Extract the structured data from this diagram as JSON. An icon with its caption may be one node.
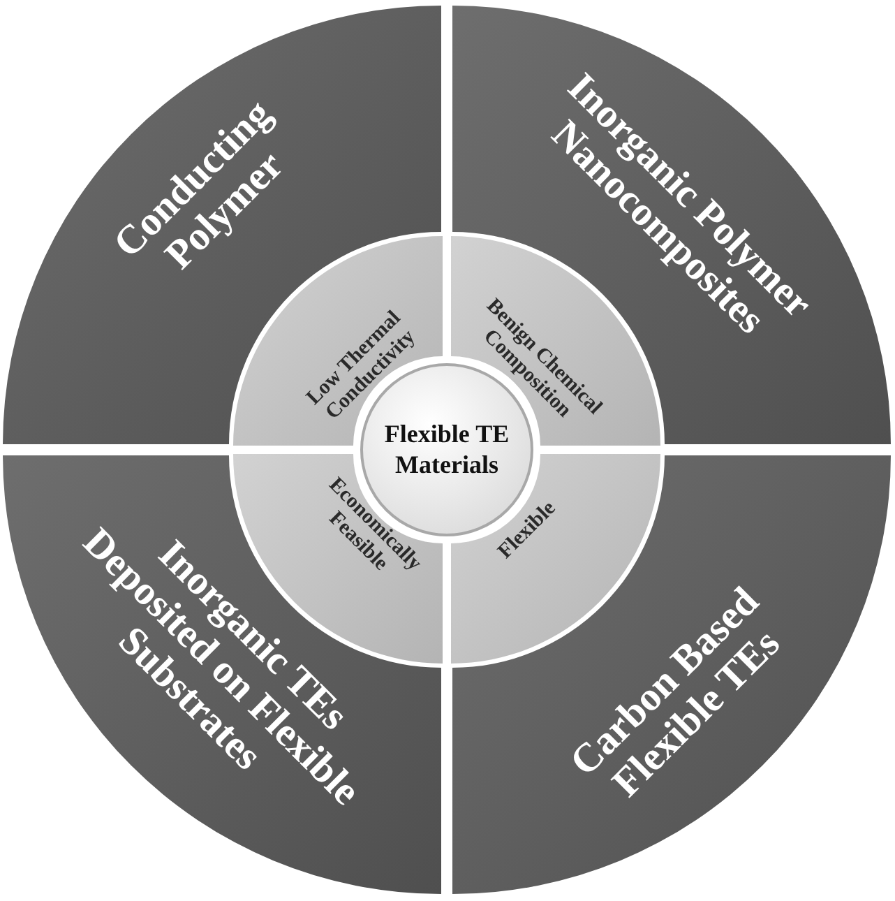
{
  "diagram": {
    "nodes": [
      {
        "text": [
          "Conducting Polymer"
        ]
      },
      {
        "text": [
          "Inorganic Polymer Nanocomposites"
        ]
      },
      {
        "text": [
          "Inorganic TEs Deposited on Flexible Substrates"
        ]
      },
      {
        "text": [
          "Carbon Based Flexible TEs"
        ]
      },
      {
        "text": [
          "Low Thermal Conductivity"
        ]
      },
      {
        "text": [
          "Benign Chemical Composition"
        ]
      },
      {
        "text": [
          "Economically Feasible"
        ]
      },
      {
        "text": [
          "Flexible"
        ]
      },
      {
        "text": [
          "Flexible TE Materials"
        ]
      }
    ]
  }
}
